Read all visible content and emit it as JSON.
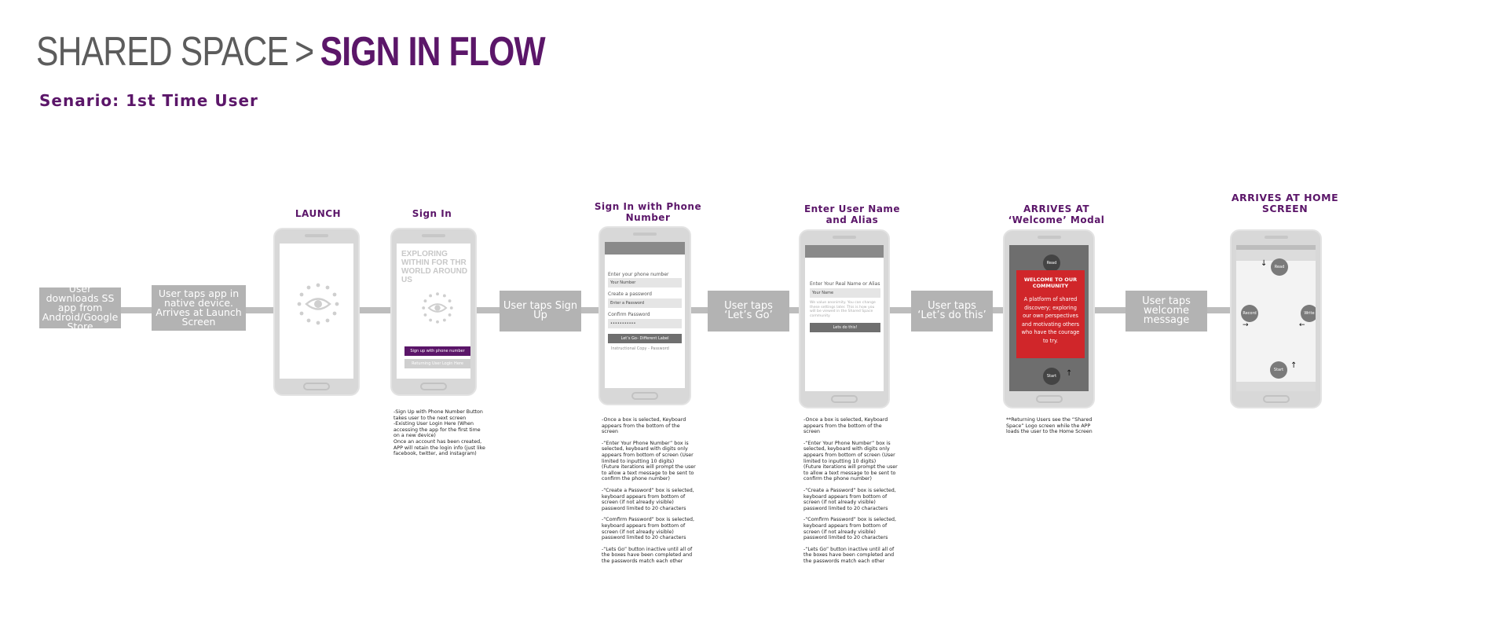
{
  "header": {
    "title_left": "SHARED SPACE",
    "separator": ">",
    "title_right": "SIGN IN FLOW",
    "subtitle": "Senario: 1st Time User"
  },
  "flow_boxes": {
    "download": "User downloads SS app from Android/Google Store",
    "tap_app": "User taps app in native device. Arrives at Launch Screen",
    "tap_signup": "User taps Sign Up",
    "tap_letsgo": "User taps ‘Let’s Go’",
    "tap_letsdo": "User taps ‘Let’s do this’",
    "tap_welcome": "User taps welcome message"
  },
  "screens": {
    "launch": {
      "label": "LAUNCH"
    },
    "signin": {
      "label": "Sign In",
      "headline": "EXPLORING WITHIN FOR THR WORLD AROUND US",
      "primary_button": "Sign up with phone number",
      "secondary_button": "Returning User Login Here"
    },
    "phone": {
      "label": "Sign In with Phone Number",
      "phone_label": "Enter your phone number",
      "phone_value": "Your Number",
      "password_label": "Create a password",
      "password_value": "Enter a Password",
      "confirm_label": "Confirm Password",
      "confirm_value": "•••••••••••",
      "button": "Let’s Go- Different Label",
      "footnote": "Instructional Copy - Password"
    },
    "username": {
      "label": "Enter User Name and Alias",
      "field_label": "Enter Your Real Name or Alias",
      "field_value": "Your Name",
      "helper": "We value anonimity. You can change these settings later. This is how you will be viewed in the Shared Space community",
      "button": "Lets do this!"
    },
    "welcome": {
      "label": "ARRIVES AT ‘Welcome’ Modal",
      "modal_title": "WELCOME TO OUR COMMUNITY",
      "modal_body": "A platform of shared discovery; exploring our own perspectives and motivating others who have the courage to try.",
      "top_circle": "Read",
      "bottom_circle": "Start Profile",
      "modal_color": "#d0262a"
    },
    "home": {
      "label": "ARRIVES AT HOME SCREEN",
      "top": "Read",
      "left": "Record",
      "right": "Write",
      "bottom": "Start Profile"
    }
  },
  "notes": {
    "signin": "-Sign Up with Phone Number Button takes user to the next screen\n-Existing User Login Here (When accessing the app for the first time on a new device)\nOnce an account has been created, APP will retain the login info (just like facebook, twitter, and instagram)",
    "phone_1": "-Once a box is selected, Keyboard appears from the bottom of the screen",
    "phone_2": "-“Enter Your Phone Number” box is selected, keyboard with digits only appears from bottom of screen  (User limited to inputting 10 digits)\n(Future iterations will prompt the user to allow a text message to be sent to confirm the phone number)",
    "phone_3": "-“Create a Password” box is selected, keyboard appears from bottom of screen (if not already visible) password limited to 20 characters",
    "phone_4": "-“Comfirm Password” box is selected, keyboard appears from bottom of screen (if not already visible) password limited to 20 characters",
    "phone_5": "-“Lets Go” button inactive until all of the boxes have been completed and the passwords match each other",
    "user_1": "-Once a box is selected, Keyboard appears from the bottom of the screen",
    "user_2": "-“Enter Your Phone Number” box is selected, keyboard with digits only appears from bottom of screen  (User limited to inputting 10 digits)\n(Future iterations will prompt the user to allow a text message to be sent to confirm the phone number)",
    "user_3": "-“Create a Password” box is selected, keyboard appears from bottom of screen (if not already visible) password limited to 20 characters",
    "user_4": "-“Comfirm Password” box is selected, keyboard appears from bottom of screen (if not already visible) password limited to 20 characters",
    "user_5": "-“Lets Go” button inactive until all of the boxes have been completed and the passwords match each other",
    "welcome": "**Returning Users see the “Shared Space” Logo screen while the APP loads the user to the Home Screen"
  },
  "colors": {
    "brand_purple": "#5b1669",
    "flow_gray": "#b3b3b3"
  }
}
